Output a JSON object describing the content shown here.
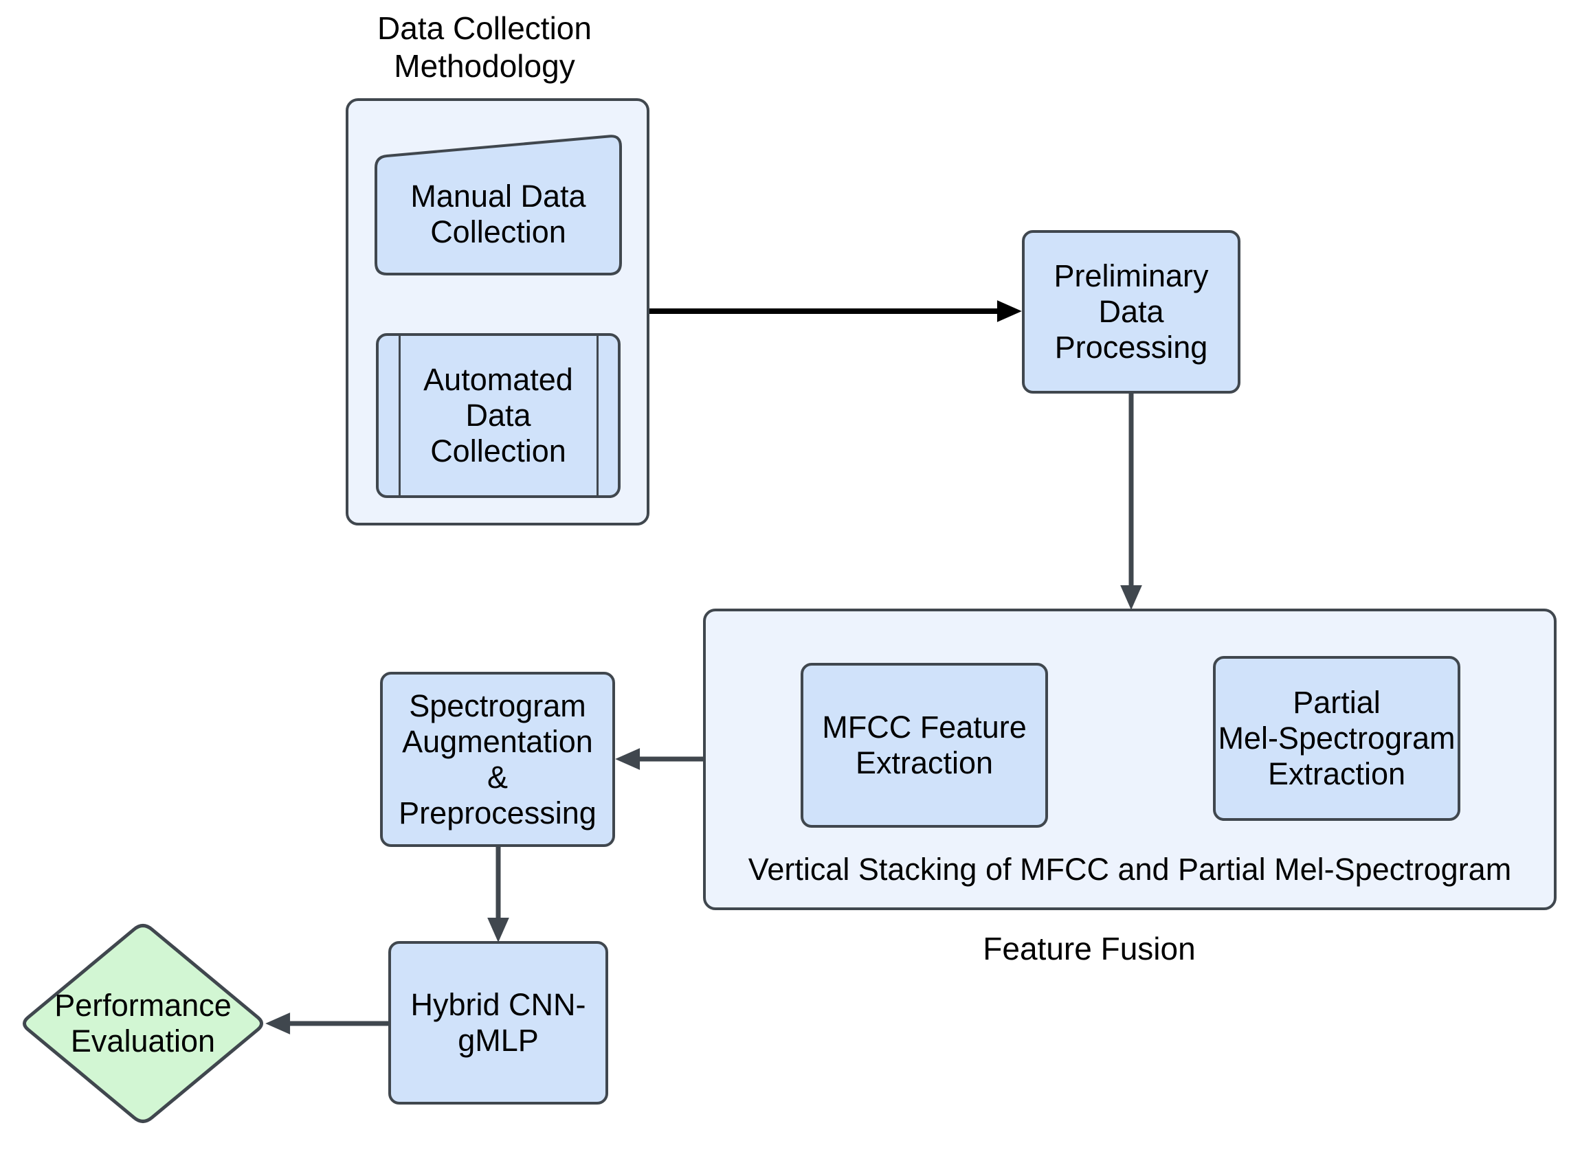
{
  "title": {
    "text": "Data Collection\nMethodology"
  },
  "groups": {
    "data_collection": {
      "nodes": {
        "manual": {
          "label": "Manual Data\nCollection",
          "shape": "manual-input"
        },
        "automated": {
          "label": "Automated\nData\nCollection",
          "shape": "predefined-process"
        }
      }
    },
    "feature_fusion": {
      "caption": "Feature Fusion",
      "note": "Vertical Stacking of MFCC and Partial Mel-Spectrogram",
      "nodes": {
        "mfcc": {
          "label": "MFCC Feature\nExtraction",
          "shape": "rounded-rect"
        },
        "partial_mel": {
          "label": "Partial\nMel-Spectrogram\nExtraction",
          "shape": "rounded-rect"
        }
      }
    }
  },
  "nodes": {
    "preliminary": {
      "label": "Preliminary\nData\nProcessing",
      "shape": "rounded-rect"
    },
    "spectrogram": {
      "label": "Spectrogram\nAugmentation\n&\nPreprocessing",
      "shape": "rounded-rect"
    },
    "hybrid": {
      "label": "Hybrid CNN-\ngMLP",
      "shape": "rounded-rect"
    },
    "performance": {
      "label": "Performance\nEvaluation",
      "shape": "decision-diamond"
    }
  },
  "edges": [
    {
      "from": "data_collection",
      "to": "preliminary",
      "style": "black"
    },
    {
      "from": "preliminary",
      "to": "feature_fusion",
      "style": "gray"
    },
    {
      "from": "feature_fusion",
      "to": "spectrogram",
      "style": "gray"
    },
    {
      "from": "spectrogram",
      "to": "hybrid",
      "style": "gray"
    },
    {
      "from": "hybrid",
      "to": "performance",
      "style": "gray"
    }
  ],
  "colors": {
    "container_fill": "#edf3fd",
    "node_fill": "#d0e2fa",
    "decision_fill": "#d2f6d3",
    "border": "#40474e",
    "arrow_primary": "#000000",
    "arrow_secondary": "#40474e",
    "text": "#000000",
    "background": "#ffffff"
  }
}
